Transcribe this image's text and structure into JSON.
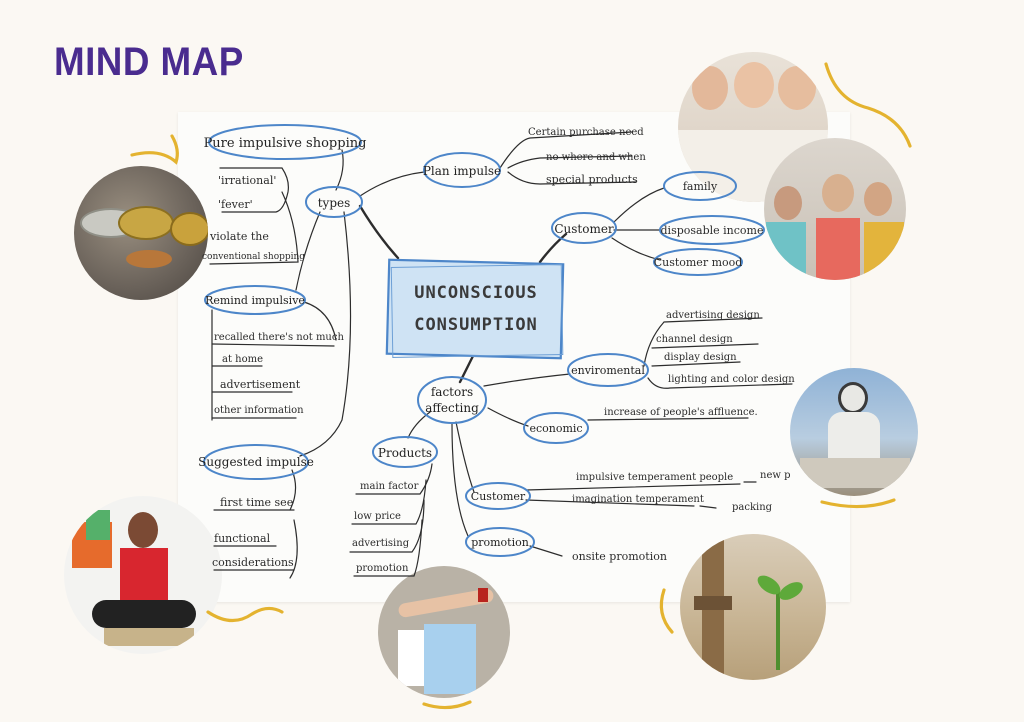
{
  "title": "MIND MAP",
  "center": {
    "line1": "UNCONSCIOUS",
    "line2": "CONSUMPTION"
  },
  "types": {
    "label": "types",
    "pure": {
      "label": "Pure impulsive shopping",
      "items": [
        "'irrational'",
        "'fever'",
        "violate the",
        "conventional shopping"
      ]
    },
    "remind": {
      "label": "Remind impulsive",
      "items": [
        "recalled there's not much",
        "at home",
        "advertisement",
        "other information"
      ]
    },
    "suggested": {
      "label": "Suggested impulse",
      "items": [
        "first time see",
        "functional",
        "considerations"
      ]
    }
  },
  "plan": {
    "label": "Plan impulse",
    "items": [
      "Certain purchase need",
      "no where and when",
      "special products"
    ]
  },
  "customer": {
    "label": "Customer",
    "items": [
      "family",
      "disposable income",
      "Customer mood"
    ]
  },
  "factors": {
    "label_line1": "factors",
    "label_line2": "affecting",
    "environmental": {
      "label": "enviromental",
      "items": [
        "advertising design",
        "channel design",
        "display design",
        "lighting and color design"
      ]
    },
    "economic": {
      "label": "economic",
      "item": "increase of people's affluence."
    },
    "products": {
      "label": "Products",
      "items": [
        "main factor",
        "low price",
        "advertising",
        "promotion"
      ]
    },
    "customer2": {
      "label": "Customer",
      "items": [
        "impulsive temperament people",
        "imagination temperament"
      ],
      "tails": [
        "new p",
        "packing"
      ]
    },
    "promotion": {
      "label": "promotion",
      "item": "onsite promotion"
    }
  },
  "colors": {
    "title": "#4a2c8f",
    "accent": "#e4b32f",
    "ink": "#2b2b2b",
    "bubble": "#4d86c9",
    "center_fill": "#cfe3f4"
  }
}
